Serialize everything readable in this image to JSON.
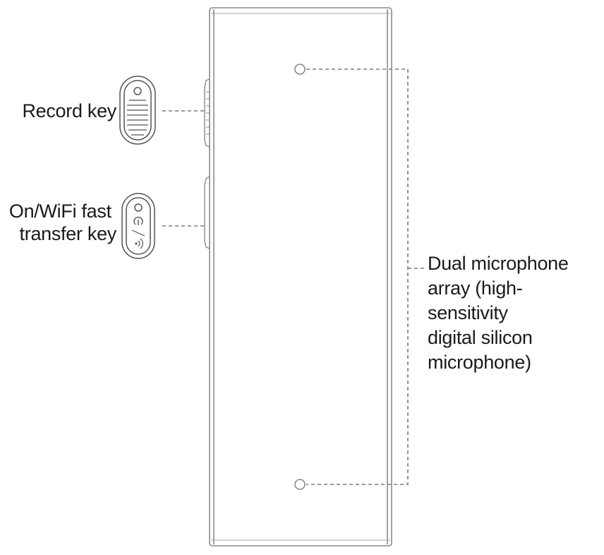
{
  "labels": {
    "record_key": [
      "Record key"
    ],
    "power_key": [
      "On/WiFi fast",
      "transfer key"
    ],
    "microphone": [
      "Dual microphone",
      "array (high-",
      "sensitivity",
      "digital silicon",
      "microphone)"
    ]
  },
  "colors": {
    "outline": "#8a8a8a",
    "leader_line": "#7a7a7a",
    "text": "#1a1a1a",
    "background": "#ffffff"
  },
  "icons": {
    "record_button": "ridged-record-button-icon",
    "power_button": "power-wifi-button-icon"
  }
}
